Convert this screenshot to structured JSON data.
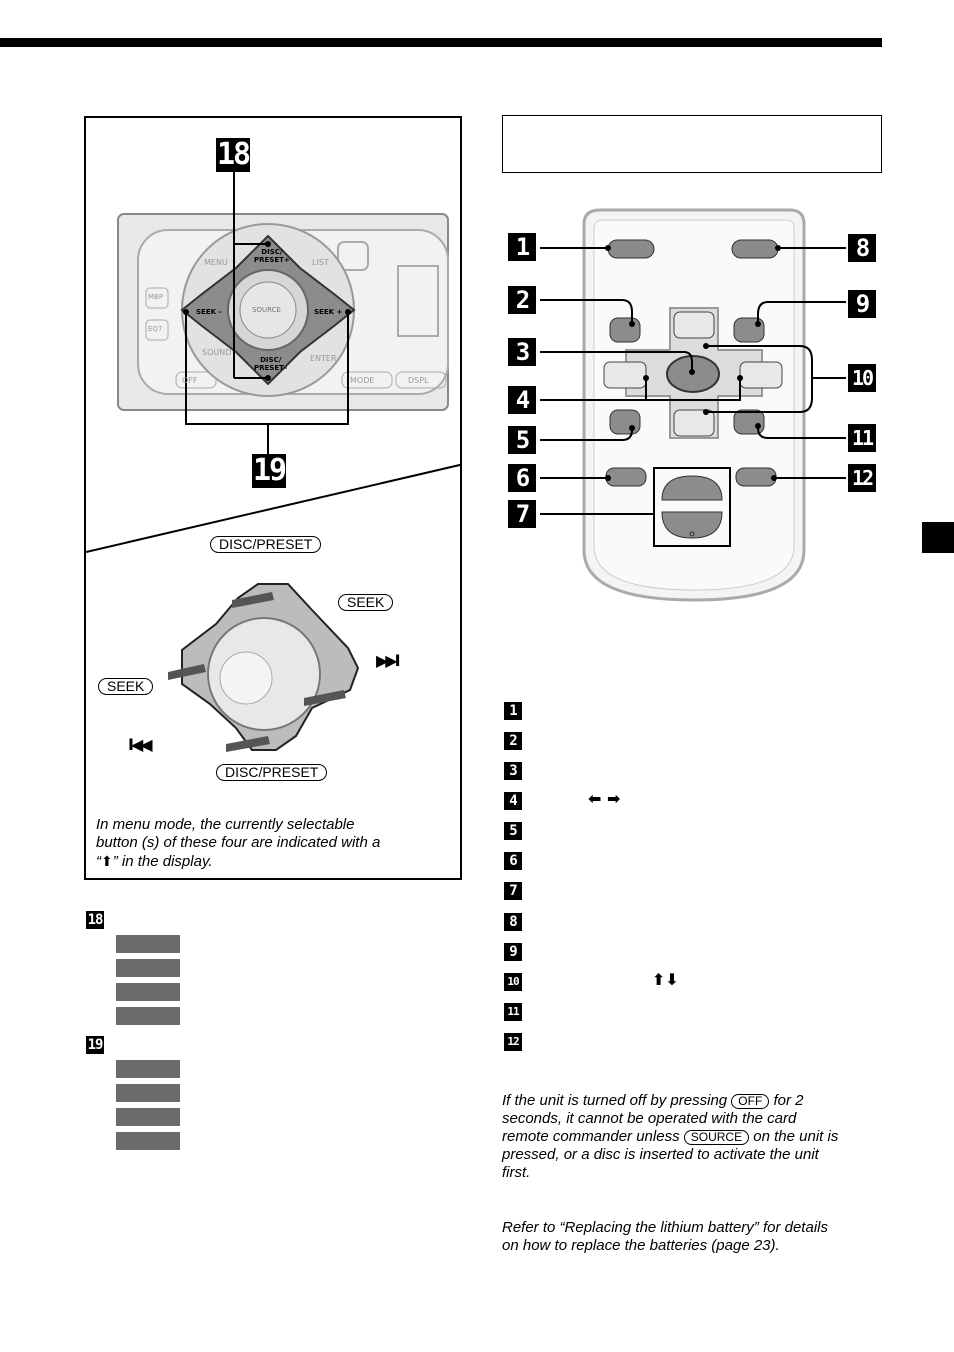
{
  "callouts": {
    "n1": "1",
    "n2": "2",
    "n3": "3",
    "n4": "4",
    "n5": "5",
    "n6": "6",
    "n7": "7",
    "n8": "8",
    "n9": "9",
    "n10": "10",
    "n11": "11",
    "n12": "12",
    "n18": "18",
    "n19": "19"
  },
  "panel_labels": {
    "disc_preset": "DISC/PRESET",
    "disc_top": "DISC/",
    "preset_plus": "PRESET+",
    "disc_bottom": "DISC/",
    "preset_minus": "PRESET–",
    "seek_minus": "SEEK –",
    "seek_plus": "SEEK +",
    "source": "SOURCE",
    "menu": "MENU",
    "list": "LIST",
    "sound": "SOUND",
    "enter": "ENTER",
    "off": "OFF",
    "mode": "MODE",
    "dspl": "DSPL",
    "mbp": "MBP",
    "eq7": "EQ7"
  },
  "diagram_labels": {
    "disc_preset_top": "DISC/PRESET",
    "disc_preset_bottom": "DISC/PRESET",
    "seek_right": "SEEK",
    "seek_left": "SEEK",
    "next_symbol": "▶▶I",
    "prev_symbol": "I◀◀"
  },
  "menu_note": {
    "line1": "In menu mode, the currently selectable",
    "line2": "button (s) of these four are indicated with a",
    "line3_pre": "“",
    "line3_arrow": "⬆",
    "line3_post": "” in the display."
  },
  "legend_symbols": {
    "item4_arrows": "⬅ ➡",
    "item10_arrows": "⬆⬇"
  },
  "off_note": {
    "t1": "If the unit is turned off by pressing",
    "off_btn": "OFF",
    "t2": "for 2",
    "t3": "seconds, it cannot be operated with the card",
    "t4": "remote commander unless",
    "source_btn": "SOURCE",
    "t5": "on the unit is",
    "t6": "pressed, or a disc is inserted to activate the unit",
    "t7": "first."
  },
  "battery_note": {
    "line1": "Refer to “Replacing the lithium battery” for details",
    "line2": "on how to replace the batteries (page 23)."
  }
}
